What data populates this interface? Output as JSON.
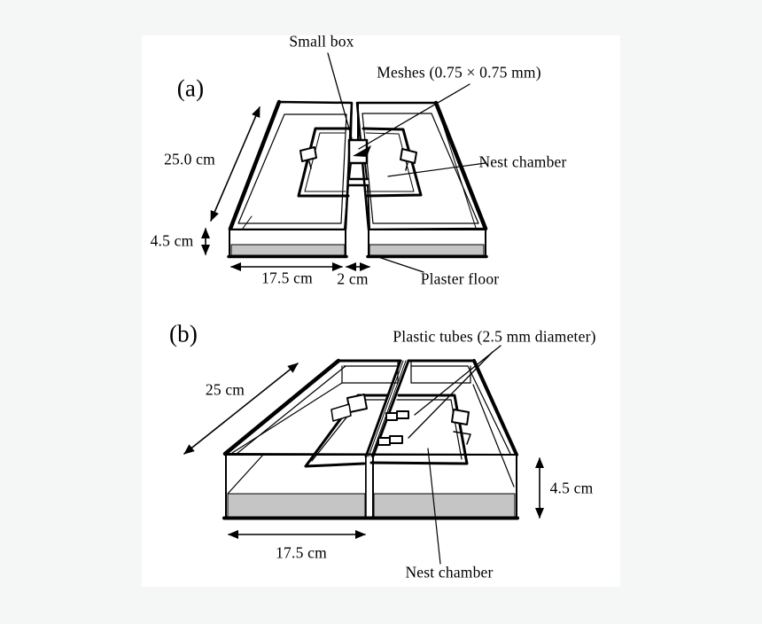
{
  "figure": {
    "type": "experimental-apparatus-diagram",
    "colors": {
      "background": "#f5f6f6",
      "canvas": "#ffffff",
      "line": "#000000",
      "plaster": "#c5c5c5"
    }
  },
  "panel_a": {
    "tag": "(a)",
    "labels": {
      "small_box": "Small box",
      "meshes": "Meshes (0.75 × 0.75 mm)",
      "nest_chamber": "Nest chamber",
      "plaster_floor": "Plaster floor"
    },
    "dimensions": {
      "depth": "25.0 cm",
      "height": "4.5 cm",
      "width": "17.5 cm",
      "gap": "2 cm"
    }
  },
  "panel_b": {
    "tag": "(b)",
    "labels": {
      "plastic_tubes": "Plastic tubes (2.5 mm diameter)",
      "nest_chamber": "Nest chamber"
    },
    "dimensions": {
      "depth": "25 cm",
      "height": "4.5 cm",
      "width": "17.5 cm"
    }
  }
}
